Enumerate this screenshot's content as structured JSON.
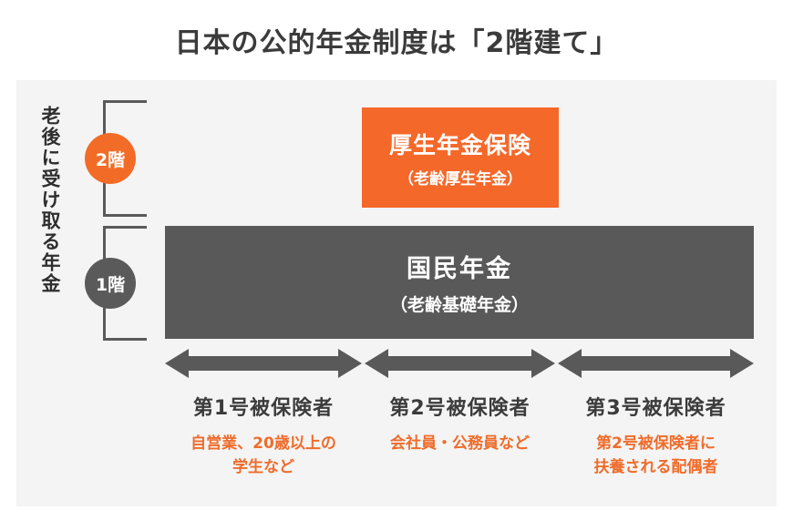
{
  "title": "日本の公的年金制度は「2階建て」",
  "side_label": "老後に受け取る年金",
  "floors": [
    {
      "id": "floor-2",
      "label": "2階",
      "color": "#f26c27"
    },
    {
      "id": "floor-1",
      "label": "1階",
      "color": "#5a5a5a"
    }
  ],
  "tier2": {
    "title": "厚生年金保険",
    "subtitle": "（老齢厚生年金）",
    "color": "#f4682a"
  },
  "tier1": {
    "title": "国民年金",
    "subtitle": "（老齢基礎年金）",
    "color": "#595959"
  },
  "arrow_color": "#595959",
  "accent_color": "#ef6c2b",
  "categories": [
    {
      "title": "第1号被保険者",
      "description": "自営業、20歳以上の\n学生など",
      "description_lines": [
        "自営業、20歳以上の",
        "学生など"
      ]
    },
    {
      "title": "第2号被保険者",
      "description": "会社員・公務員など",
      "description_lines": [
        "会社員・公務員など"
      ]
    },
    {
      "title": "第3号被保険者",
      "description": "第2号被保険者に\n扶養される配偶者",
      "description_lines": [
        "第2号被保険者に",
        "扶養される配偶者"
      ]
    }
  ]
}
